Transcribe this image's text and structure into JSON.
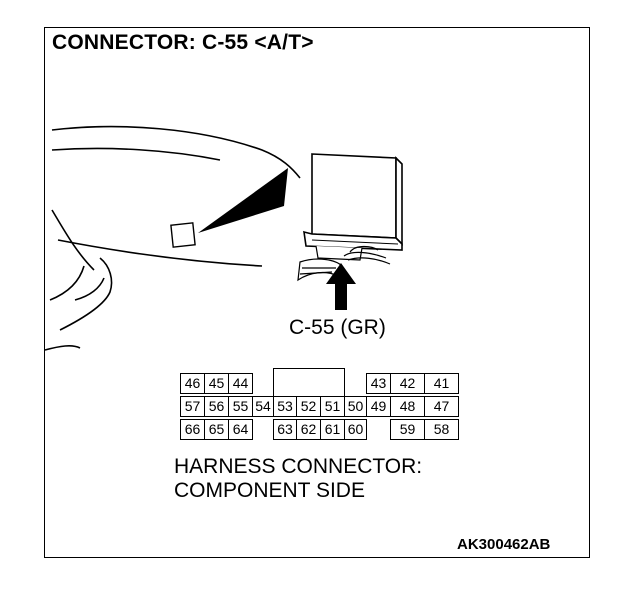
{
  "title": "CONNECTOR: C-55 <A/T>",
  "connector_label": "C-55 (GR)",
  "caption_line1": "HARNESS CONNECTOR:",
  "caption_line2": "COMPONENT SIDE",
  "figure_code": "AK300462AB",
  "pins": {
    "row1": [
      "46",
      "45",
      "44",
      "43",
      "42",
      "41"
    ],
    "row2": [
      "57",
      "56",
      "55",
      "54",
      "53",
      "52",
      "51",
      "50",
      "49",
      "48",
      "47"
    ],
    "row3": [
      "66",
      "65",
      "64",
      "63",
      "62",
      "61",
      "60",
      "59",
      "58"
    ]
  }
}
